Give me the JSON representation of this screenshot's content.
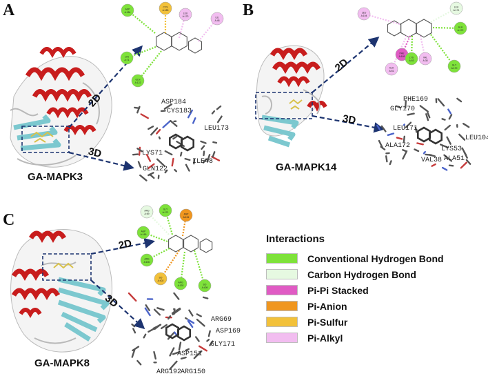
{
  "panels": [
    {
      "letter": "A",
      "complex": "GA-MAPK3",
      "arrow_2d": "2D",
      "arrow_3d": "3D",
      "residues_2d": [
        "ASP A:184",
        "CYS A:183",
        "LEU A:173",
        "ILE A:48",
        "LYS A:71",
        "GLN A:122"
      ],
      "residues_3d": [
        "ASP184",
        "CYS183",
        "LEU173",
        "LYS71",
        "GLN122",
        "ILE48"
      ]
    },
    {
      "letter": "B",
      "complex": "GA-MAPK14",
      "arrow_2d": "2D",
      "arrow_3d": "3D",
      "residues_2d": [
        "LEU A:104",
        "LEU A:171",
        "ALA A:172",
        "PHE A:169",
        "LYS A:53",
        "VAL A:38",
        "ALA A:51",
        "GLY A:170"
      ],
      "residues_3d": [
        "PHE169",
        "GLY170",
        "LEU171",
        "LEU104",
        "ALA172",
        "LYS53",
        "VAL38",
        "ALA51"
      ]
    },
    {
      "letter": "C",
      "complex": "GA-MAPK8",
      "arrow_2d": "2D",
      "arrow_3d": "3D",
      "residues_2d": [
        "ARG A:69",
        "GLY A:171",
        "ASP A:151",
        "ASP A:169",
        "ARG A:150",
        "SO A:402",
        "ARG A:192",
        "SO A:405"
      ],
      "residues_3d": [
        "ARG69",
        "ASP169",
        "GLY171",
        "ASP151",
        "ARG192",
        "ARG150"
      ]
    }
  ],
  "legend": {
    "title": "Interactions",
    "items": [
      {
        "label": "Conventional Hydrogen Bond",
        "color": "#7ee23a"
      },
      {
        "label": "Carbon Hydrogen Bond",
        "color": "#e6f9e1"
      },
      {
        "label": "Pi-Pi Stacked",
        "color": "#e05bc4"
      },
      {
        "label": "Pi-Anion",
        "color": "#f0961f"
      },
      {
        "label": "Pi-Sulfur",
        "color": "#f2c13a"
      },
      {
        "label": "Pi-Alkyl",
        "color": "#f2bdf0"
      }
    ]
  },
  "colors": {
    "helix": "#c81d1d",
    "sheet": "#7cc8cf",
    "coil": "#b9b9b9",
    "ligand": "#d8c14a",
    "arrow": "#1d3470",
    "stick": "#555555"
  }
}
